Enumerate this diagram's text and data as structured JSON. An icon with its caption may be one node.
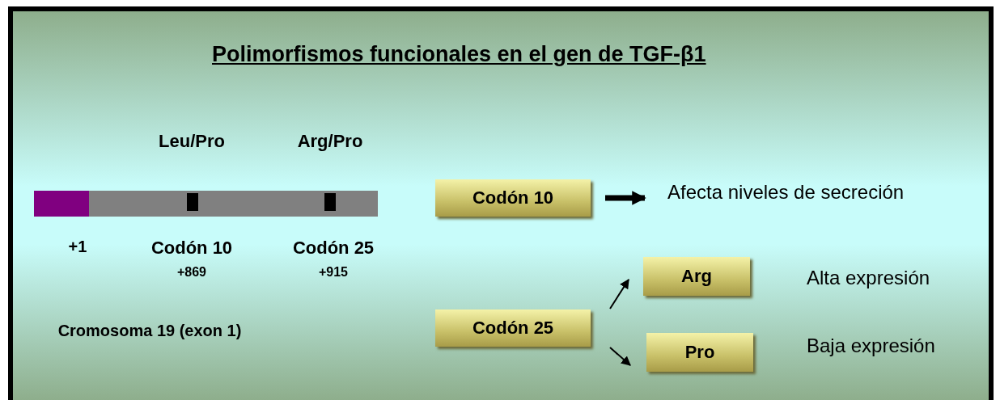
{
  "diagram": {
    "title": "Polimorfismos funcionales en el gen de TGF-β1",
    "nodes": [
      {
        "text": [
          "Codón 10"
        ]
      },
      {
        "text": [
          "Afecta niveles de secreción"
        ]
      },
      {
        "text": [
          "Arg"
        ],
        "beside": [
          "Alta expresión"
        ]
      },
      {
        "text": [
          "Codón 25"
        ]
      },
      {
        "text": [
          "Pro"
        ],
        "beside": [
          "Baja expresión"
        ]
      }
    ],
    "edges": [
      {
        "from": 0,
        "to": 1,
        "arrow": "to",
        "style": "thick"
      },
      {
        "from": 3,
        "to": 2,
        "arrow": "to"
      },
      {
        "from": 3,
        "to": 4,
        "arrow": "to"
      }
    ],
    "labels": [
      "Leu/Pro",
      "Arg/Pro",
      "+1",
      "Codón 10",
      "Codón 25",
      "+869",
      "+915",
      "Cromosoma 19 (exon 1)"
    ]
  }
}
